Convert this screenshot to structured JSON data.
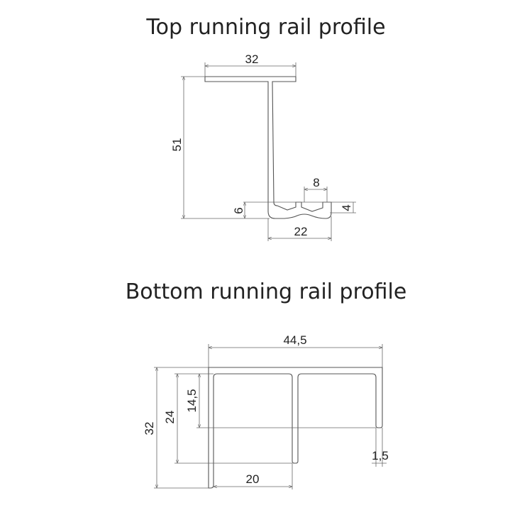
{
  "top_profile": {
    "title": "Top running rail profile",
    "dimensions": {
      "flange_width": "32",
      "height": "51",
      "foot_height": "6",
      "groove_width": "8",
      "lip_height": "4",
      "foot_width": "22"
    }
  },
  "bottom_profile": {
    "title": "Bottom running rail profile",
    "dimensions": {
      "total_width": "44,5",
      "total_height": "32",
      "middle_leg_height": "24",
      "right_leg_height": "14,5",
      "channel_width": "20",
      "wall_thickness": "1,5"
    }
  }
}
